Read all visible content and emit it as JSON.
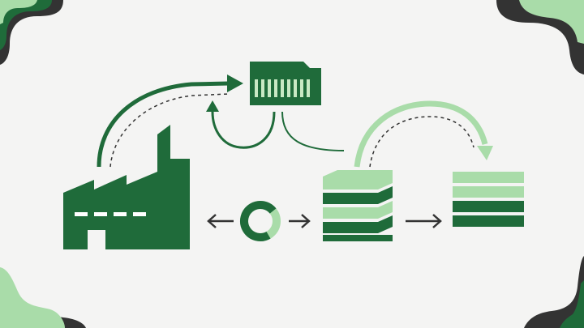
{
  "colors": {
    "background": "#f4f4f3",
    "dark_green": "#1f6b3a",
    "light_green": "#a9dca9",
    "pale_green": "#c9e9c4",
    "charcoal": "#333333",
    "white": "#ffffff"
  },
  "diagram": {
    "nodes": [
      {
        "id": "factory",
        "icon": "factory-icon"
      },
      {
        "id": "folder",
        "icon": "folder-archive-icon"
      },
      {
        "id": "donut",
        "icon": "donut-chart-icon"
      },
      {
        "id": "stack-layered",
        "icon": "layered-stack-icon"
      },
      {
        "id": "stack-bars",
        "icon": "bar-stack-icon"
      }
    ],
    "edges": [
      {
        "from": "factory",
        "to": "folder",
        "style": "curved-arrow"
      },
      {
        "from": "folder",
        "to": "folder",
        "style": "loop-arrow"
      },
      {
        "from": "folder",
        "to": "stack-layered",
        "style": "line"
      },
      {
        "from": "factory",
        "to": "donut",
        "style": "bidirectional-arrow"
      },
      {
        "from": "donut",
        "to": "stack-layered",
        "style": "arrow"
      },
      {
        "from": "stack-layered",
        "to": "stack-bars",
        "style": "curved-arrow"
      },
      {
        "from": "stack-layered",
        "to": "stack-bars",
        "style": "arrow"
      }
    ]
  }
}
